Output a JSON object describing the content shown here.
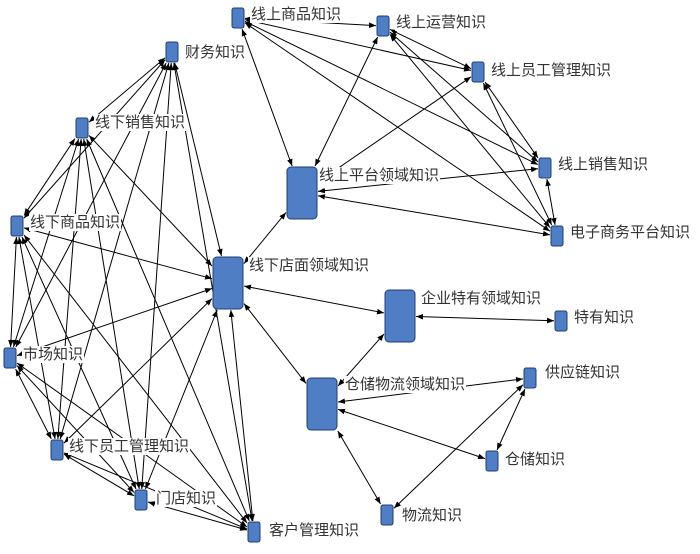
{
  "nodes": [
    {
      "id": "online_goods",
      "label": "线上商品知识",
      "size": "small"
    },
    {
      "id": "online_ops",
      "label": "线上运营知识",
      "size": "small"
    },
    {
      "id": "online_staff",
      "label": "线上员工管理知识",
      "size": "small"
    },
    {
      "id": "finance",
      "label": "财务知识",
      "size": "small"
    },
    {
      "id": "offline_sales",
      "label": "线下销售知识",
      "size": "small"
    },
    {
      "id": "online_sales",
      "label": "线上销售知识",
      "size": "small"
    },
    {
      "id": "online_platform",
      "label": "线上平台领域知识",
      "size": "large"
    },
    {
      "id": "ecommerce",
      "label": "电子商务平台知识",
      "size": "small"
    },
    {
      "id": "offline_goods",
      "label": "线下商品知识",
      "size": "small"
    },
    {
      "id": "offline_store",
      "label": "线下店面领域知识",
      "size": "large"
    },
    {
      "id": "enterprise",
      "label": "企业特有领域知识",
      "size": "large"
    },
    {
      "id": "specific",
      "label": "特有知识",
      "size": "small"
    },
    {
      "id": "market",
      "label": "市场知识",
      "size": "small"
    },
    {
      "id": "supply",
      "label": "供应链知识",
      "size": "small"
    },
    {
      "id": "logistics_domain",
      "label": "仓储物流领域知识",
      "size": "large"
    },
    {
      "id": "offline_staff",
      "label": "线下员工管理知识",
      "size": "small"
    },
    {
      "id": "warehouse",
      "label": "仓储知识",
      "size": "small"
    },
    {
      "id": "store",
      "label": "门店知识",
      "size": "small"
    },
    {
      "id": "logistics",
      "label": "物流知识",
      "size": "small"
    },
    {
      "id": "customer",
      "label": "客户管理知识",
      "size": "small"
    }
  ],
  "edges": [
    [
      "finance",
      "offline_sales"
    ],
    [
      "finance",
      "offline_goods"
    ],
    [
      "finance",
      "market"
    ],
    [
      "finance",
      "offline_staff"
    ],
    [
      "finance",
      "store"
    ],
    [
      "finance",
      "customer"
    ],
    [
      "finance",
      "offline_store"
    ],
    [
      "offline_sales",
      "offline_goods"
    ],
    [
      "offline_sales",
      "market"
    ],
    [
      "offline_sales",
      "offline_staff"
    ],
    [
      "offline_sales",
      "store"
    ],
    [
      "offline_sales",
      "customer"
    ],
    [
      "offline_sales",
      "offline_store"
    ],
    [
      "offline_goods",
      "market"
    ],
    [
      "offline_goods",
      "offline_staff"
    ],
    [
      "offline_goods",
      "store"
    ],
    [
      "offline_goods",
      "customer"
    ],
    [
      "offline_goods",
      "offline_store"
    ],
    [
      "market",
      "offline_staff"
    ],
    [
      "market",
      "store"
    ],
    [
      "market",
      "customer"
    ],
    [
      "market",
      "offline_store"
    ],
    [
      "offline_staff",
      "store"
    ],
    [
      "offline_staff",
      "customer"
    ],
    [
      "offline_staff",
      "offline_store"
    ],
    [
      "store",
      "customer"
    ],
    [
      "store",
      "offline_store"
    ],
    [
      "customer",
      "offline_store"
    ],
    [
      "online_goods",
      "online_ops"
    ],
    [
      "online_goods",
      "online_staff"
    ],
    [
      "online_goods",
      "online_sales"
    ],
    [
      "online_goods",
      "ecommerce"
    ],
    [
      "online_goods",
      "online_platform"
    ],
    [
      "online_ops",
      "online_staff"
    ],
    [
      "online_ops",
      "online_sales"
    ],
    [
      "online_ops",
      "ecommerce"
    ],
    [
      "online_ops",
      "online_platform"
    ],
    [
      "online_staff",
      "online_sales"
    ],
    [
      "online_staff",
      "ecommerce"
    ],
    [
      "online_staff",
      "online_platform"
    ],
    [
      "online_sales",
      "ecommerce"
    ],
    [
      "online_sales",
      "online_platform"
    ],
    [
      "ecommerce",
      "online_platform"
    ],
    [
      "offline_store",
      "online_platform"
    ],
    [
      "offline_store",
      "enterprise"
    ],
    [
      "offline_store",
      "logistics_domain"
    ],
    [
      "enterprise",
      "logistics_domain"
    ],
    [
      "enterprise",
      "specific"
    ],
    [
      "logistics_domain",
      "supply"
    ],
    [
      "logistics_domain",
      "warehouse"
    ],
    [
      "logistics_domain",
      "logistics"
    ],
    [
      "logistics",
      "supply"
    ],
    [
      "warehouse",
      "supply"
    ]
  ],
  "colors": {
    "node_fill": "#4f7ec4",
    "node_stroke": "#1f3f70",
    "edge": "#000000"
  }
}
